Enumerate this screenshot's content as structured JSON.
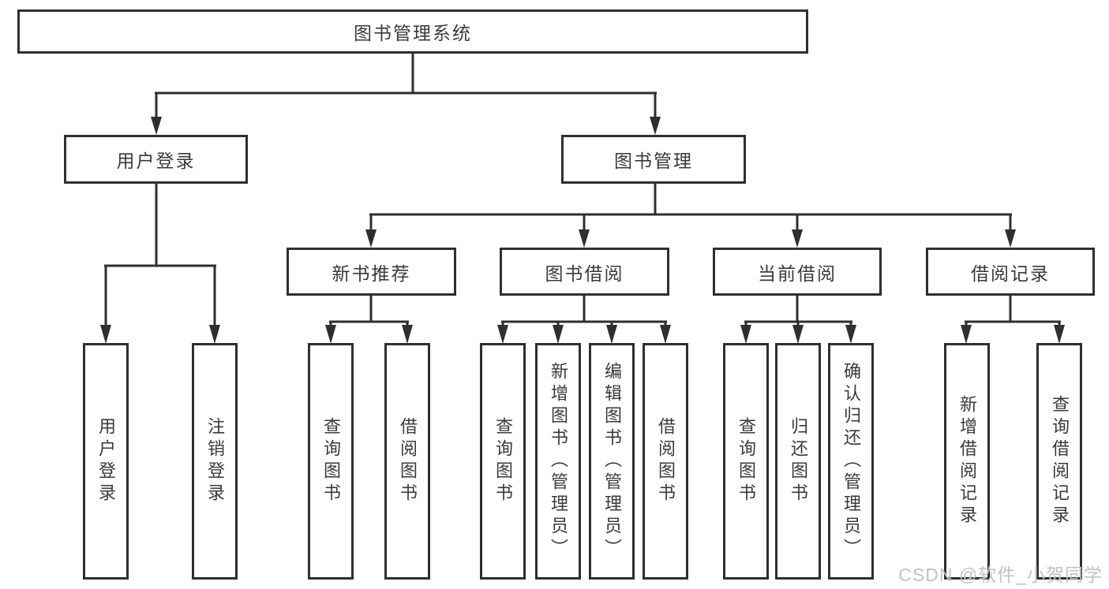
{
  "colors": {
    "line": "#2f2f2f",
    "text": "#3a3a3a",
    "watermark": "#c2c2c2",
    "background": "#ffffff"
  },
  "watermark": "CSDN @软件_小贺同学",
  "diagram": {
    "root": "图书管理系统",
    "level2": {
      "user_login": "用户登录",
      "book_management": "图书管理"
    },
    "level3": {
      "new_book_rec": "新书推荐",
      "book_borrow": "图书借阅",
      "current_borrow": "当前借阅",
      "borrow_records": "借阅记录"
    },
    "leaves": {
      "user_login_leaf": "用户登录",
      "logout": "注销登录",
      "rec_query_books": "查询图书",
      "rec_borrow_books": "借阅图书",
      "bb_query_books": "查询图书",
      "bb_add_books": "新增图书（管理员）",
      "bb_edit_books": "编辑图书（管理员）",
      "bb_borrow_books": "借阅图书",
      "cb_query_books": "查询图书",
      "cb_return_books": "归还图书",
      "cb_confirm_return": "确认归还（管理员）",
      "br_add_record": "新增借阅记录",
      "br_query_record": "查询借阅记录"
    }
  }
}
